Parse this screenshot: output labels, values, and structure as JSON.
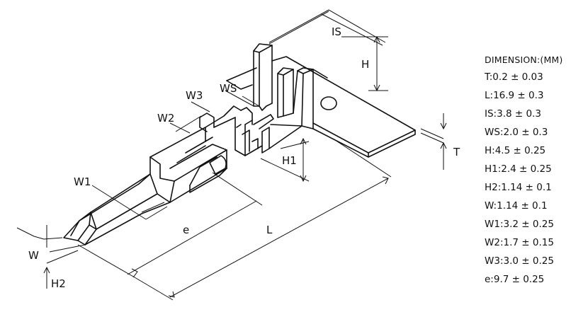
{
  "drawing": {
    "labels": {
      "is": "IS",
      "h": "H",
      "ws": "WS",
      "w3": "W3",
      "w2": "W2",
      "h1": "H1",
      "t": "T",
      "w1": "W1",
      "e": "e",
      "l": "L",
      "w": "W",
      "h2": "H2"
    }
  },
  "spec": {
    "title": "DIMENSION:(MM)",
    "rows": [
      "T:0.2 ± 0.03",
      "L:16.9 ± 0.3",
      "IS:3.8 ± 0.3",
      "WS:2.0 ± 0.3",
      "H:4.5 ± 0.25",
      "H1:2.4 ± 0.25",
      "H2:1.14 ± 0.1",
      "W:1.14 ± 0.1",
      "W1:3.2 ± 0.25",
      "W2:1.7 ± 0.15",
      "W3:3.0 ± 0.25",
      "e:9.7 ± 0.25"
    ]
  }
}
